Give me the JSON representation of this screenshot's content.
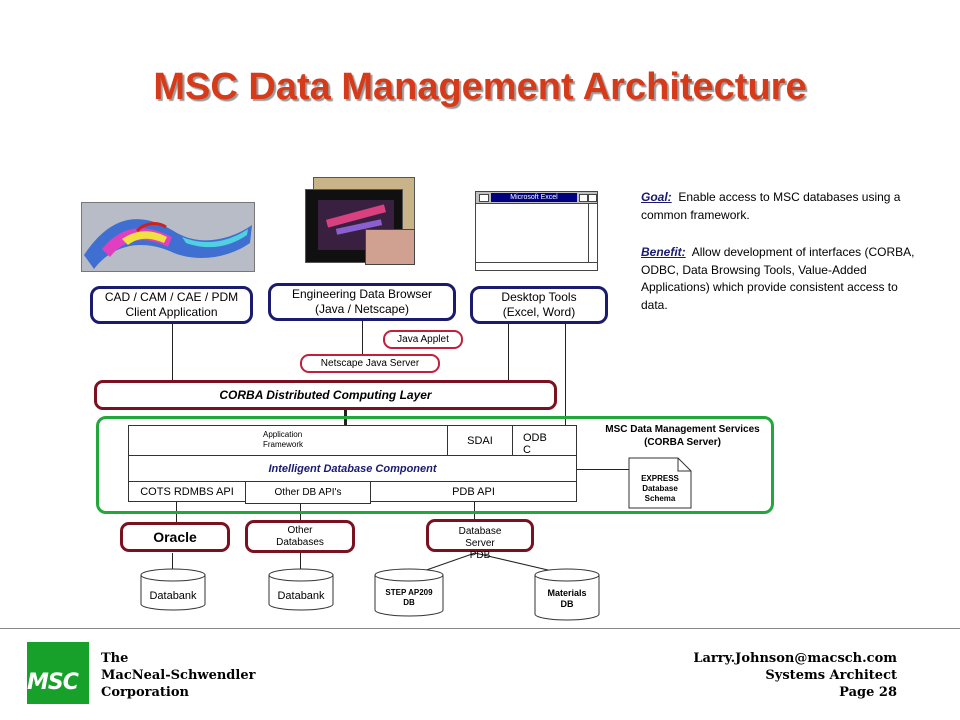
{
  "title": "MSC Data Management Architecture",
  "clients": {
    "cad": [
      "CAD / CAM / CAE / PDM",
      "Client Application"
    ],
    "browser": [
      "Engineering Data Browser",
      "(Java / Netscape)"
    ],
    "desktop": [
      "Desktop Tools",
      "(Excel, Word)"
    ]
  },
  "excel_window_title": "Microsoft Excel",
  "java_applet": "Java Applet",
  "netscape_server": "Netscape Java Server",
  "corba_layer": "CORBA Distributed Computing Layer",
  "services": {
    "title": "MSC Data Management Services",
    "subtitle": "(CORBA Server)",
    "app_framework": [
      "Application",
      "Framework"
    ],
    "sdai": "SDAI",
    "odbc": [
      "ODB",
      "C"
    ],
    "intelligent_db": "Intelligent Database Component",
    "cots_api": "COTS RDMBS API",
    "other_api": "Other DB API's",
    "pdb_api": "PDB API",
    "express": [
      "EXPRESS",
      "Database",
      "Schema"
    ]
  },
  "goal": {
    "label": "Goal:",
    "text": "Enable access to MSC databases using a common framework."
  },
  "benefit": {
    "label": "Benefit:",
    "text": "Allow development of interfaces (CORBA, ODBC, Data Browsing Tools, Value-Added Applications) which provide consistent access to data."
  },
  "databases": {
    "oracle": "Oracle",
    "other": [
      "Other",
      "Databases"
    ],
    "server": [
      "Database",
      "Server",
      "PDB"
    ],
    "databank1": "Databank",
    "databank2": "Databank",
    "step": [
      "STEP AP209",
      "DB"
    ],
    "materials": [
      "Materials",
      "DB"
    ]
  },
  "footer": {
    "company": [
      "The",
      "MacNeal-Schwendler",
      "Corporation"
    ],
    "contact": [
      "Larry.Johnson@macsch.com",
      "Systems Architect",
      "Page 28"
    ],
    "logo_text": "MSC"
  },
  "colors": {
    "title": "#d63a19",
    "navy": "#1a1a6e",
    "maroon": "#7a1020",
    "green": "#22a83a",
    "pink": "#c0203c"
  }
}
